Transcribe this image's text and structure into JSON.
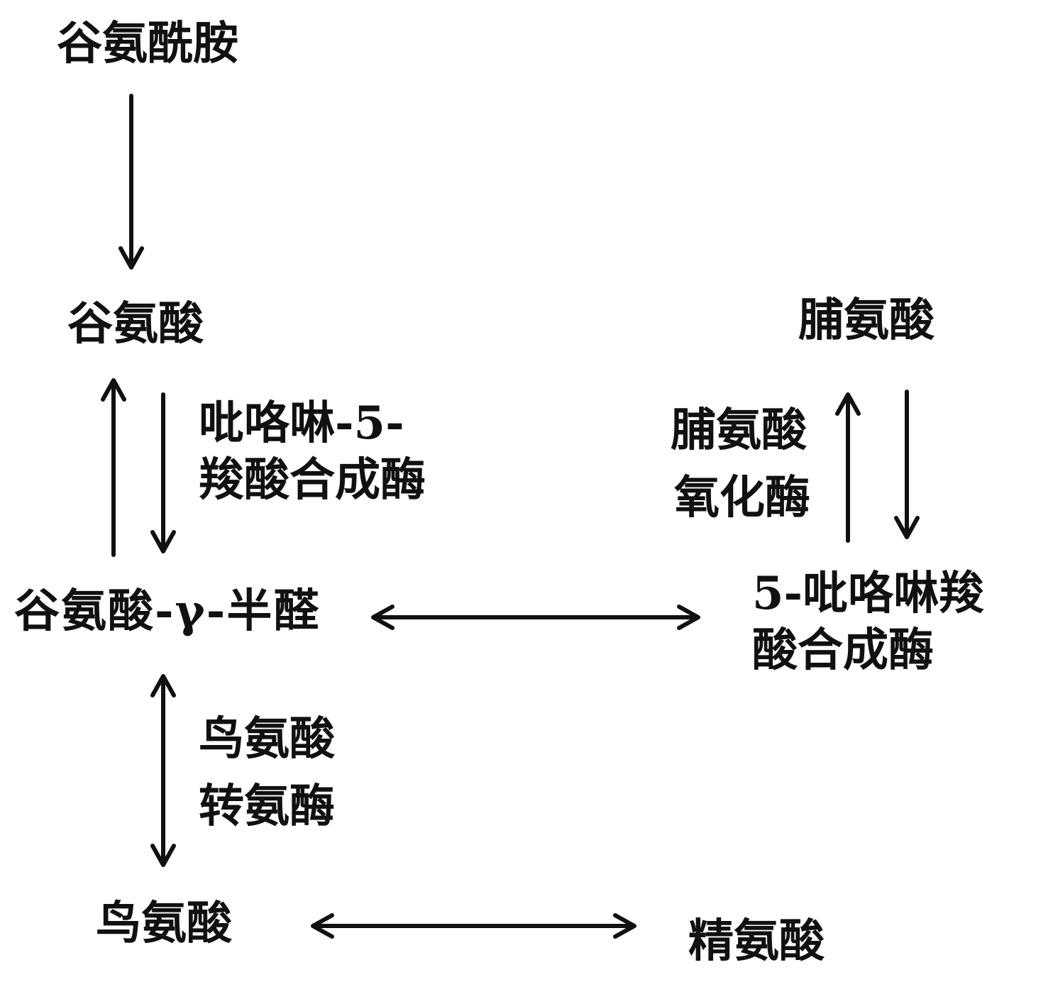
{
  "colors": {
    "background": "#ffffff",
    "ink": "#111111"
  },
  "nodes": {
    "glutamine": "谷氨酰胺",
    "glutamate": "谷氨酸",
    "proline": "脯氨酸",
    "glutamate_semialdehyde": "谷氨酸-γ-半醛",
    "ornithine": "鸟氨酸",
    "arginine": "精氨酸"
  },
  "enzymes": {
    "p5c_synthetase_left": [
      "吡咯啉-5-",
      "羧酸合成酶"
    ],
    "proline_oxidase": [
      "脯氨酸",
      "氧化酶"
    ],
    "p5c_synthetase_right": [
      "5-吡咯啉羧",
      "酸合成酶"
    ],
    "ornithine_aminotransferase": [
      "鸟氨酸",
      "转氨酶"
    ]
  }
}
